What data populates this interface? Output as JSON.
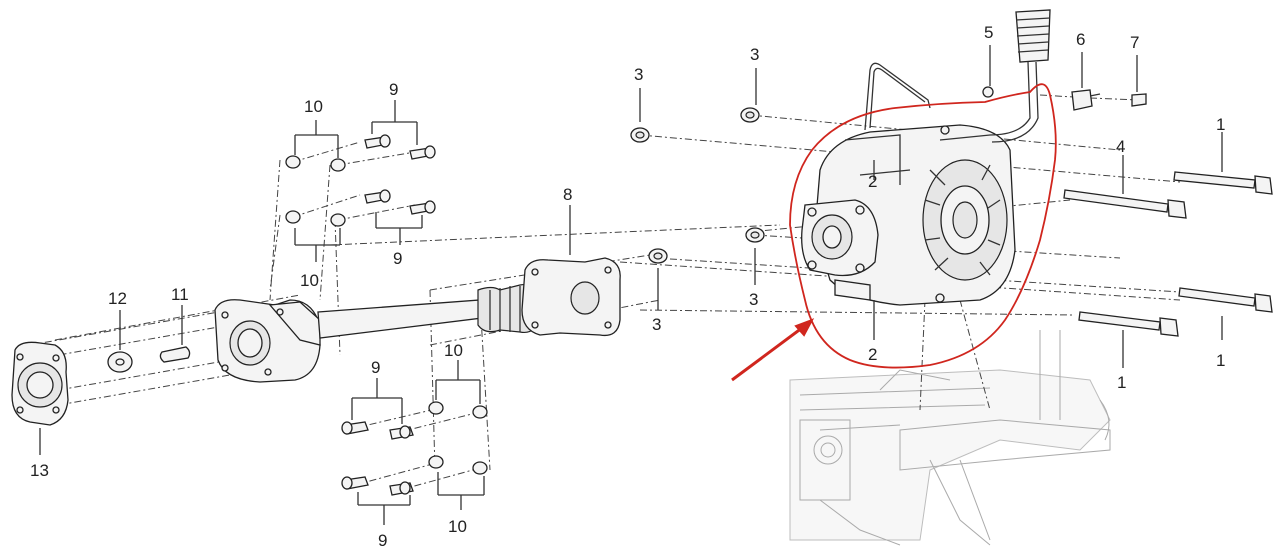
{
  "callouts": {
    "c1a": "1",
    "c1b": "1",
    "c1c": "1",
    "c2a": "2",
    "c2b": "2",
    "c3a": "3",
    "c3b": "3",
    "c3c": "3",
    "c3d": "3",
    "c4": "4",
    "c5": "5",
    "c6": "6",
    "c7": "7",
    "c8": "8",
    "c9a": "9",
    "c9b": "9",
    "c9c": "9",
    "c9d": "9",
    "c10a": "10",
    "c10b": "10",
    "c10c": "10",
    "c10d": "10",
    "c11": "11",
    "c12": "12",
    "c13": "13"
  },
  "colors": {
    "highlight": "#d0261e",
    "line": "#333333",
    "frame": "#aaaaaa"
  }
}
